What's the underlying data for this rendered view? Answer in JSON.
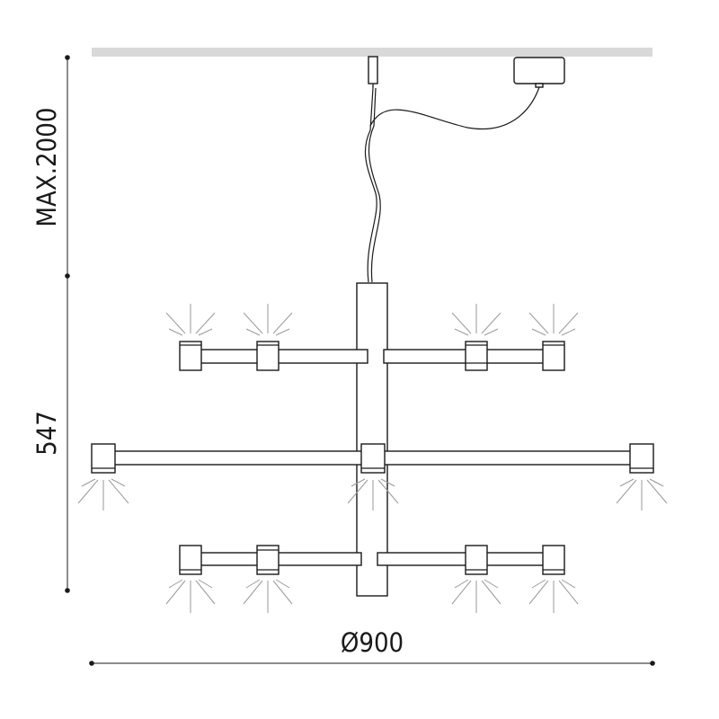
{
  "dimensions": {
    "max_height": "MAX.2000",
    "body_height": "547",
    "diameter": "Ø900"
  },
  "colors": {
    "ceiling": "#d9d9d9",
    "line": "#1a1a1a",
    "rays": "#9a9a9a",
    "background": "#ffffff"
  },
  "components": {
    "lamp_heads_upper_row": 4,
    "lamp_heads_middle_row": 3,
    "lamp_heads_lower_row": 4
  }
}
